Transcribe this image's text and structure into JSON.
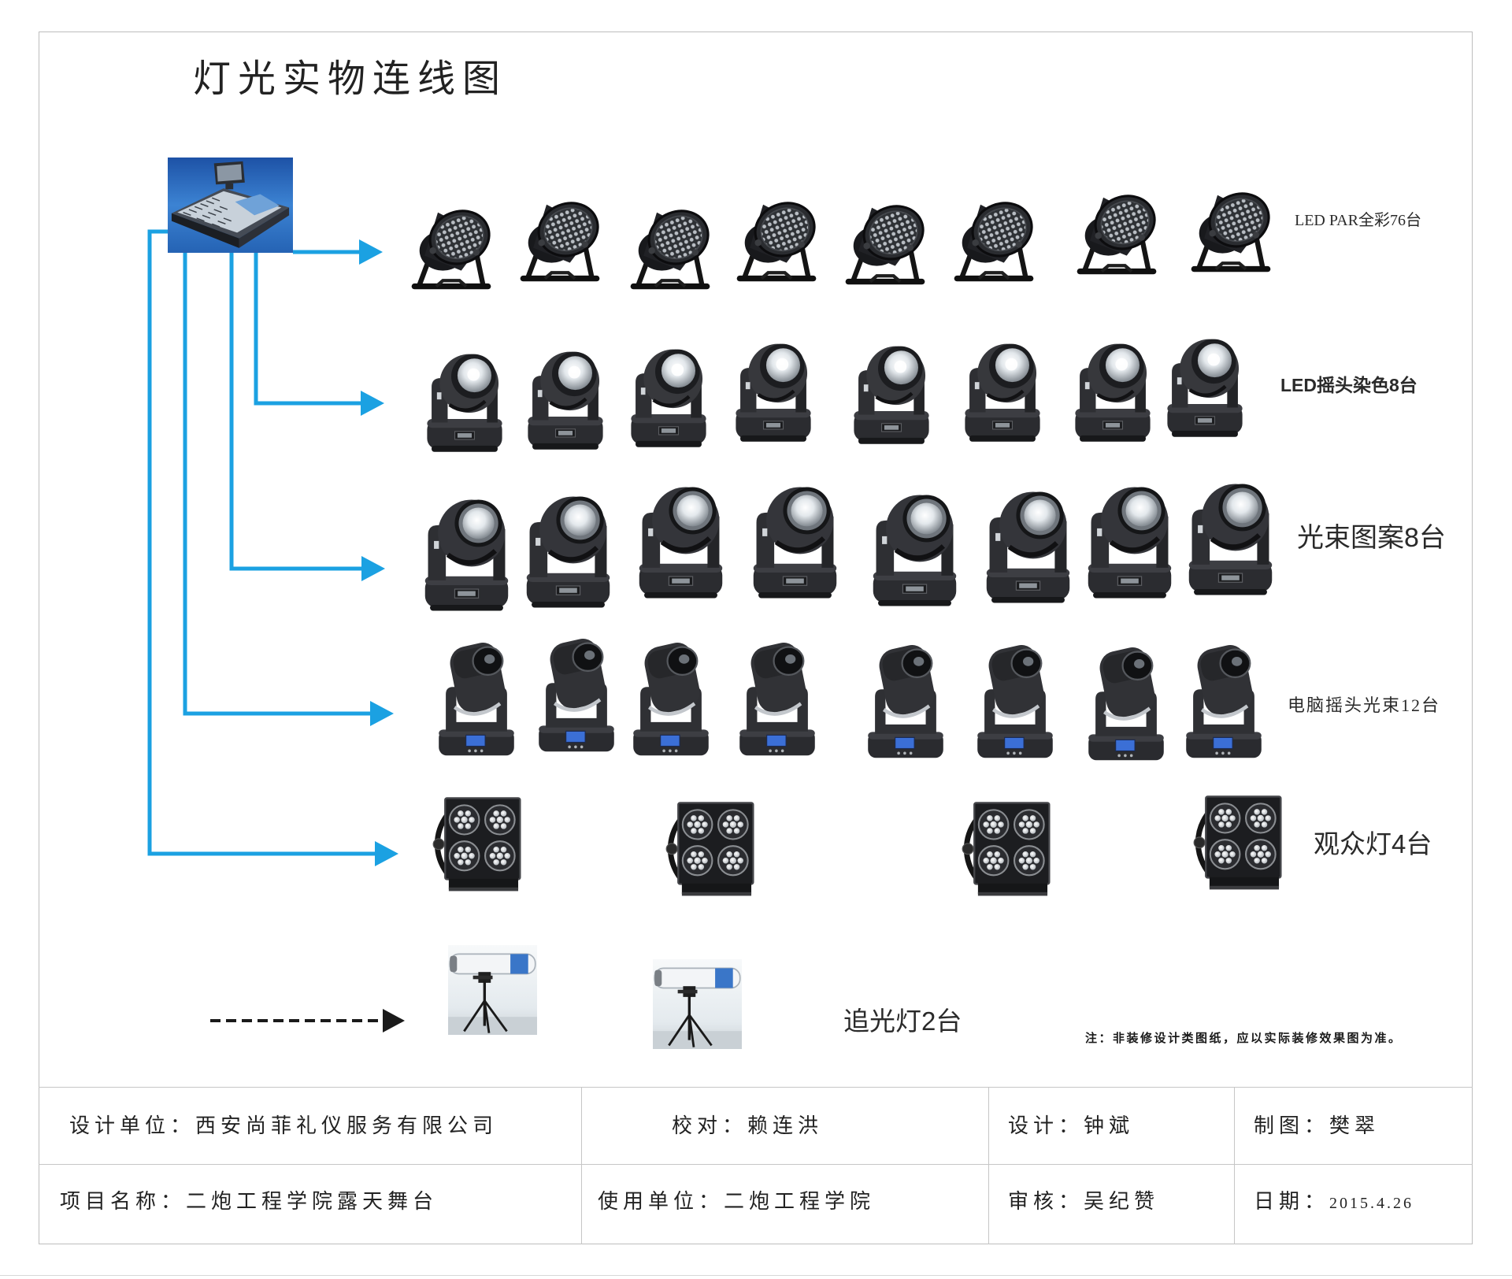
{
  "title": "灯光实物连线图",
  "labels": {
    "led_par": "LED PAR全彩76台",
    "led_wash": "LED摇头染色8台",
    "beam_pattern": "光束图案8台",
    "computer_beam": "电脑摇头光束12台",
    "audience_light": "观众灯4台",
    "follow_spot": "追光灯2台"
  },
  "note": "注：非装修设计类图纸，应以实际装修效果图为准。",
  "title_block": {
    "design_unit": "设计单位：西安尚菲礼仪服务有限公司",
    "proofread": "校对：赖连洪",
    "designer": "设计：钟斌",
    "drafter": "制图：樊翠",
    "project_name": "项目名称：二炮工程学院露天舞台",
    "user_unit": "使用单位：二炮工程学院",
    "reviewer": "审核：吴纪赞",
    "date_label": "日期：",
    "date_value": "2015.4.26"
  },
  "colors": {
    "connector": "#1ba1e2",
    "dashed_connector": "#1a1a1a",
    "console_background": "#2f6fc0"
  },
  "icons": {
    "console": "lighting-console-icon",
    "led_par": "led-par-icon",
    "led_wash": "led-wash-moving-head-icon",
    "beam_pattern": "beam-moving-head-icon",
    "computer_beam": "computer-moving-head-icon",
    "audience_light": "audience-blinder-icon",
    "follow_spot": "follow-spot-icon"
  }
}
